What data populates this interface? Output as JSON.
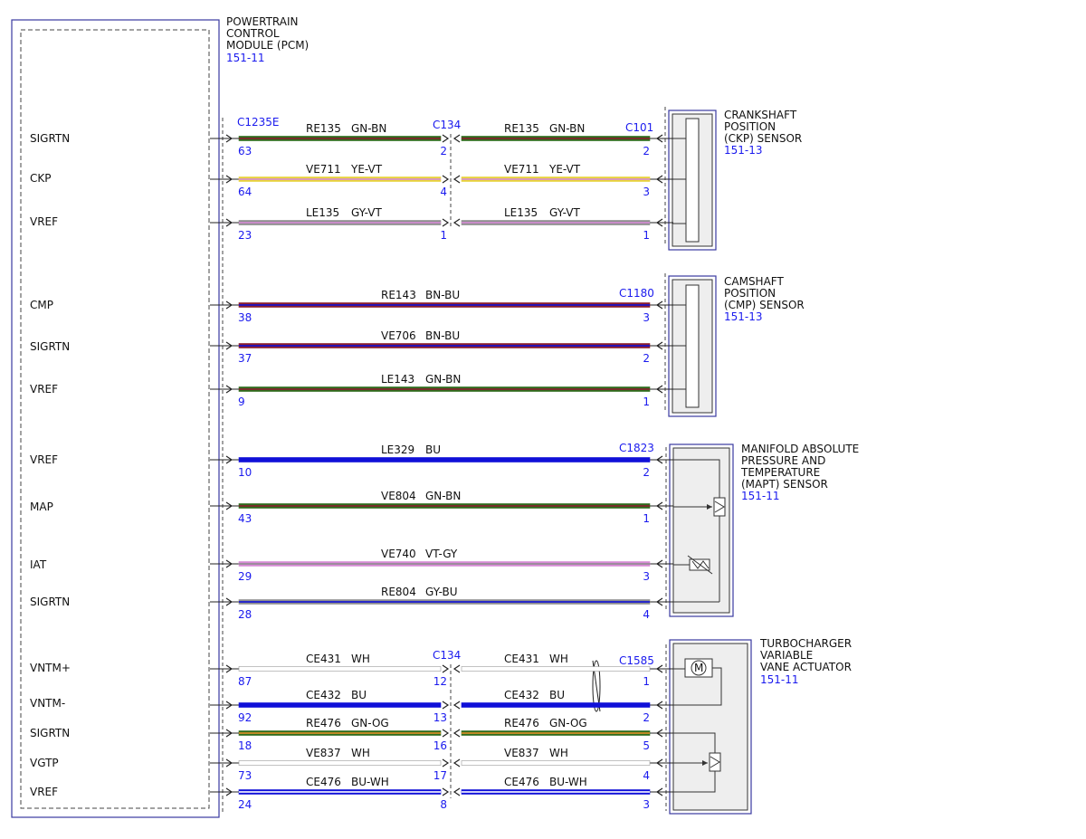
{
  "colors": {
    "GN": "#2e6b1c",
    "BN": "#8b1e2e",
    "YE": "#e8d23a",
    "VT": "#d78bd6",
    "GY": "#8e8e8e",
    "BU": "#1010d8",
    "OG": "#e39128",
    "WH": "#ffffff",
    "outline": "#3a3aa0",
    "text_blue": "#1a1aee"
  },
  "pcm": {
    "title": [
      "POWERTRAIN",
      "CONTROL",
      "MODULE (PCM)"
    ],
    "ref": "151-11",
    "pins": [
      "SIGRTN",
      "CKP",
      "VREF",
      "CMP",
      "SIGRTN",
      "VREF",
      "VREF",
      "MAP",
      "IAT",
      "SIGRTN",
      "VNTM+",
      "VNTM-",
      "SIGRTN",
      "VGTP",
      "VREF"
    ]
  },
  "connectors": {
    "pcm": "C1235E",
    "inline_top": "C134",
    "inline_bottom": "C134",
    "ckp": "C101",
    "cmp": "C1180",
    "mapt": "C1823",
    "turbo": "C1585"
  },
  "components": {
    "ckp": {
      "name": [
        "CRANKSHAFT",
        "POSITION",
        "(CKP) SENSOR"
      ],
      "ref": "151-13"
    },
    "cmp": {
      "name": [
        "CAMSHAFT",
        "POSITION",
        "(CMP) SENSOR"
      ],
      "ref": "151-13"
    },
    "mapt": {
      "name": [
        "MANIFOLD ABSOLUTE",
        "PRESSURE AND",
        "TEMPERATURE",
        "(MAPT) SENSOR"
      ],
      "ref": "151-11"
    },
    "turbo": {
      "name": [
        "TURBOCHARGER",
        "VARIABLE",
        "VANE ACTUATOR"
      ],
      "ref": "151-11",
      "motor_symbol": "M"
    }
  },
  "wires": [
    {
      "pcm_pin": "63",
      "circuit": "RE135",
      "color": "GN-BN",
      "inline_pin": "2",
      "circuit2": "RE135",
      "color2": "GN-BN",
      "comp_pin": "2"
    },
    {
      "pcm_pin": "64",
      "circuit": "VE711",
      "color": "YE-VT",
      "inline_pin": "4",
      "circuit2": "VE711",
      "color2": "YE-VT",
      "comp_pin": "3"
    },
    {
      "pcm_pin": "23",
      "circuit": "LE135",
      "color": "GY-VT",
      "inline_pin": "1",
      "circuit2": "LE135",
      "color2": "GY-VT",
      "comp_pin": "1"
    },
    {
      "pcm_pin": "38",
      "circuit": "RE143",
      "color": "BN-BU",
      "comp_pin": "3"
    },
    {
      "pcm_pin": "37",
      "circuit": "VE706",
      "color": "BN-BU",
      "comp_pin": "2"
    },
    {
      "pcm_pin": "9",
      "circuit": "LE143",
      "color": "GN-BN",
      "comp_pin": "1"
    },
    {
      "pcm_pin": "10",
      "circuit": "LE329",
      "color": "BU",
      "comp_pin": "2"
    },
    {
      "pcm_pin": "43",
      "circuit": "VE804",
      "color": "GN-BN",
      "comp_pin": "1"
    },
    {
      "pcm_pin": "29",
      "circuit": "VE740",
      "color": "VT-GY",
      "comp_pin": "3"
    },
    {
      "pcm_pin": "28",
      "circuit": "RE804",
      "color": "GY-BU",
      "comp_pin": "4"
    },
    {
      "pcm_pin": "87",
      "circuit": "CE431",
      "color": "WH",
      "inline_pin": "12",
      "circuit2": "CE431",
      "color2": "WH",
      "comp_pin": "1"
    },
    {
      "pcm_pin": "92",
      "circuit": "CE432",
      "color": "BU",
      "inline_pin": "13",
      "circuit2": "CE432",
      "color2": "BU",
      "comp_pin": "2"
    },
    {
      "pcm_pin": "18",
      "circuit": "RE476",
      "color": "GN-OG",
      "inline_pin": "16",
      "circuit2": "RE476",
      "color2": "GN-OG",
      "comp_pin": "5"
    },
    {
      "pcm_pin": "73",
      "circuit": "VE837",
      "color": "WH",
      "inline_pin": "17",
      "circuit2": "VE837",
      "color2": "WH",
      "comp_pin": "4"
    },
    {
      "pcm_pin": "24",
      "circuit": "CE476",
      "color": "BU-WH",
      "inline_pin": "8",
      "circuit2": "CE476",
      "color2": "BU-WH",
      "comp_pin": "3"
    }
  ]
}
